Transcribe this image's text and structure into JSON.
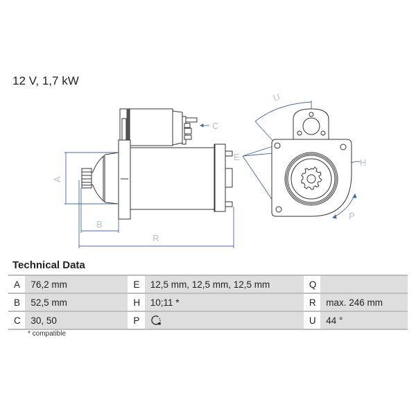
{
  "product": {
    "spec_heading": "12 V, 1,7 kW"
  },
  "diagram": {
    "labels": {
      "A": "A",
      "B": "B",
      "C": "C",
      "E": "E",
      "H": "H",
      "P": "P",
      "R": "R",
      "U": "U"
    },
    "colors": {
      "outline": "#333333",
      "dimension": "#4a6a9c",
      "label": "#b9c2cf"
    }
  },
  "technical_data": {
    "title": "Technical Data",
    "rows": [
      [
        {
          "key": "A",
          "value": "76,2 mm"
        },
        {
          "key": "E",
          "value": "12,5 mm, 12,5 mm, 12,5 mm"
        },
        {
          "key": "Q",
          "value": ""
        }
      ],
      [
        {
          "key": "B",
          "value": "52,5 mm"
        },
        {
          "key": "H",
          "value": "10;11 *"
        },
        {
          "key": "R",
          "value": "max. 246 mm"
        }
      ],
      [
        {
          "key": "C",
          "value": "30, 50"
        },
        {
          "key": "P",
          "value": "",
          "icon": "clockwise-rotation-icon"
        },
        {
          "key": "U",
          "value": "44 °"
        }
      ]
    ],
    "footnote": "* compatible"
  }
}
